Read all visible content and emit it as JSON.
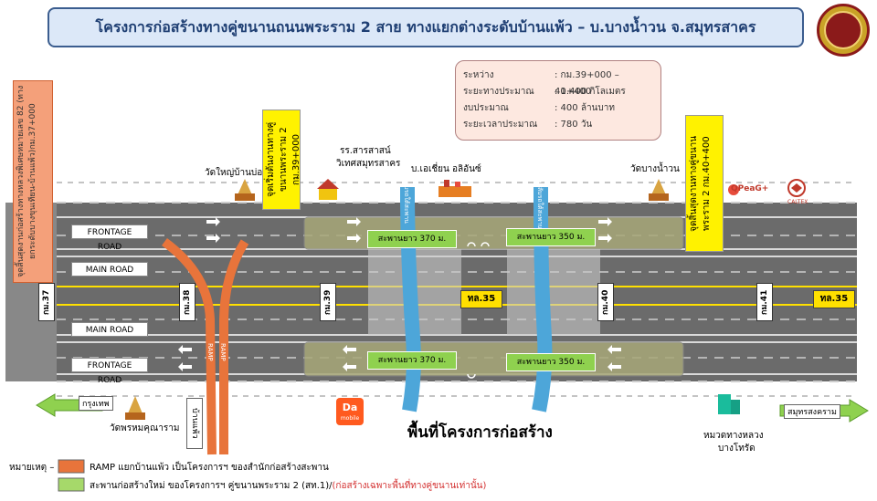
{
  "title": "โครงการก่อสร้างทางคู่ขนานถนนพระราม 2 สาย ทางแยกต่างระดับบ้านแพ้ว – บ.บางน้ำวน จ.สมุทรสาคร",
  "info": [
    {
      "k": "ระหว่าง",
      "v": ": กม.39+000 – 40+400"
    },
    {
      "k": "ระยะทางประมาณ",
      "v": ": 1.400 กิโลเมตร"
    },
    {
      "k": "งบประมาณ",
      "v": ": 400 ล้านบาท"
    },
    {
      "k": "ระยะเวลาประมาณ",
      "v": ": 780 วัน"
    }
  ],
  "lanes": {
    "frontage_top": "FRONTAGE ROAD",
    "main_top": "MAIN ROAD",
    "main_bottom": "MAIN ROAD",
    "frontage_bottom": "FRONTAGE ROAD"
  },
  "km_markers": [
    "กม.37",
    "กม.38",
    "กม.39",
    "กม.40",
    "กม.41"
  ],
  "highway_labels": [
    "ทล.35",
    "ทล.35"
  ],
  "bridges": [
    "สะพานยาว 370 ม.",
    "สะพานยาว 350 ม.",
    "สะพานยาว 370 ม.",
    "สะพานยาว 350 ม."
  ],
  "start_sign": "จุดเริ่มต้นงานทางคู่ขนานพระราม 2 กม.39+000",
  "end_sign": "จุดสิ้นสุดงานทางคู่ขนานพระราม 2 กม.40+400",
  "previous_project_sign": "จุดสิ้นสุดงานก่อสร้างทางหลวงพิเศษหมายเลข 82 (ทางยกระดับบางขุนเทียน-บ้านแพ้ว)กม.37+000",
  "places": {
    "wat_yai": "วัดใหญ่บ้านบ่อ",
    "school_1": "รร.สารสาสน์",
    "school_2": "วิเทศสมุทรสาคร",
    "ab_asian": "บ.เอเชี่ยน อลิอันซ์",
    "wat_bang": "วัดบางน้ำวน",
    "wat_prom": "วัดพรหมคุณาราม",
    "highway_office": "หมวดทางหลวง",
    "highway_office_2": "บางโทรัด",
    "ramp_1": "RAMP",
    "ramp_2": "RAMP",
    "crossing_1": "จุดกลับรถใต้สะพาน",
    "crossing_2": "จุดกลับรถใต้สะพาน",
    "ban_phaeo": "บ้านแพ้ว"
  },
  "directions": {
    "left": "กรุงเทพ",
    "right": "สมุทรสงคราม"
  },
  "project_area": "พื้นที่โครงการก่อสร้าง",
  "store_logo": "Da",
  "store_logo_2": "mobile",
  "brand_text": "QPeaG+",
  "brand_text_2": "CALTEX",
  "legend": {
    "title": "หมายเหตุ –",
    "item1": "RAMP แยกบ้านแพ้ว เป็นโครงการฯ ของสำนักก่อสร้างสะพาน",
    "item2_a": "สะพานก่อสร้างใหม่ ของโครงการฯ คู่ขนานพระราม 2 (สท.1)/",
    "item2_b": "(ก่อสร้างเฉพาะพื้นที่ทางคู่ขนานเท่านั้น)"
  },
  "colors": {
    "ramp": "#e8743b",
    "bridge": "#a6d96a",
    "river": "#4da6d9",
    "road": "#6b6b6b",
    "highway_yellow": "#ffe000"
  }
}
